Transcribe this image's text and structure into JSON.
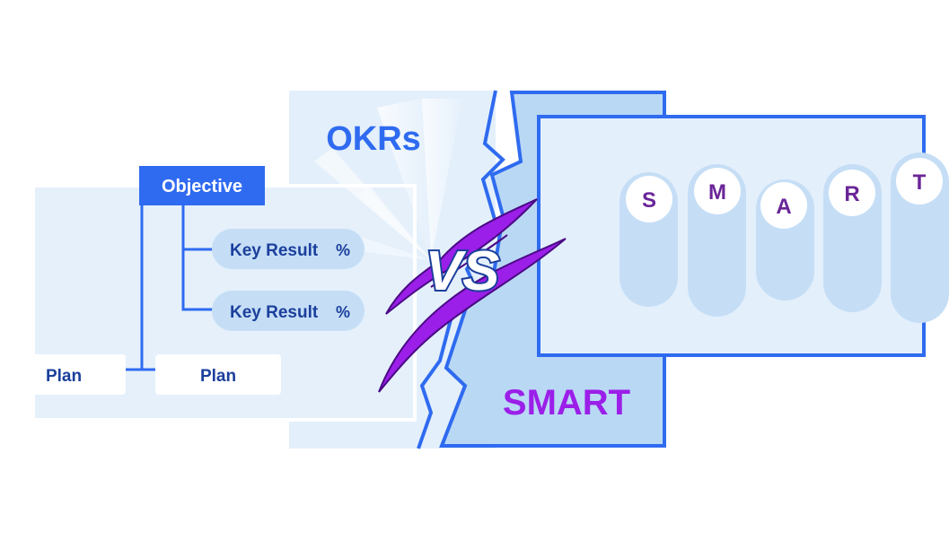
{
  "okrs": {
    "title": "OKRs",
    "objective": "Objective",
    "key_results": [
      {
        "label": "Key Result",
        "unit": "%"
      },
      {
        "label": "Key Result",
        "unit": "%"
      }
    ],
    "plans": [
      "Plan",
      "Plan"
    ]
  },
  "versus": "VS",
  "smart": {
    "title": "SMART",
    "letters": [
      "S",
      "M",
      "A",
      "R",
      "T"
    ]
  },
  "colors": {
    "blue": "#2f6bf0",
    "navy": "#1b3f9c",
    "purple": "#9b1fe8",
    "panel_light": "#e5f0fb",
    "pill": "#c5def6",
    "letter": "#6a2598"
  }
}
